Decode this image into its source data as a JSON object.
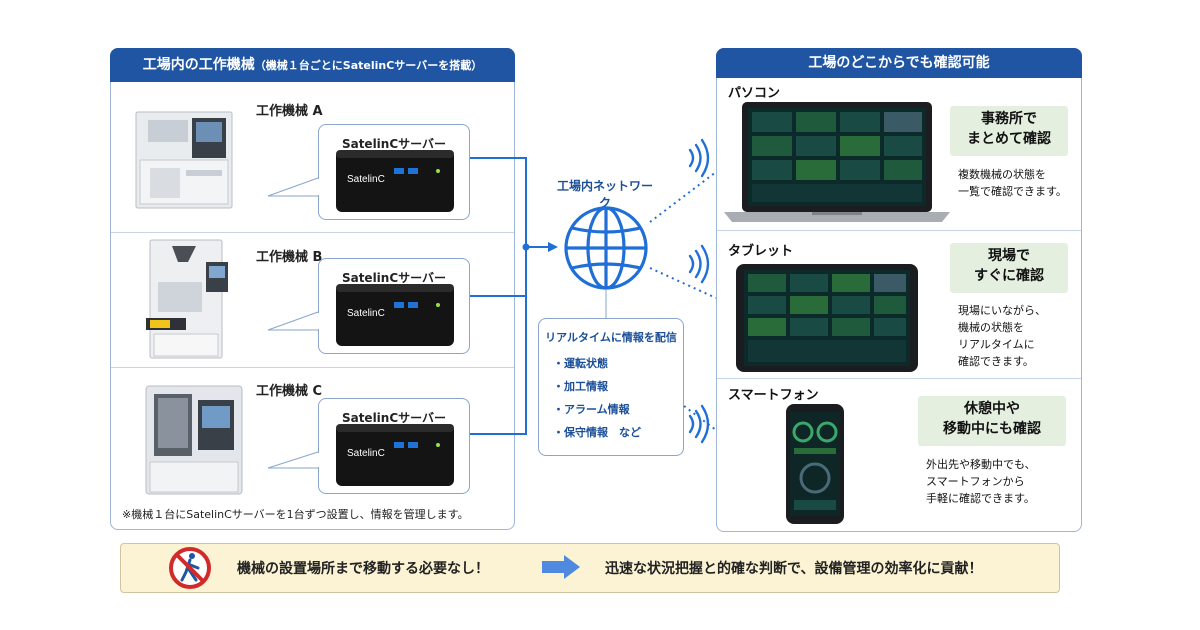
{
  "left_panel": {
    "title": "工場内の工作機械",
    "title_sub": "（機械１台ごとにSatelinCサーバーを搭載）",
    "machines": [
      {
        "name": "工作機械 A",
        "server_label": "SatelinCサーバー",
        "brand": "SatelinC"
      },
      {
        "name": "工作機械 B",
        "server_label": "SatelinCサーバー",
        "brand": "SatelinC"
      },
      {
        "name": "工作機械 C",
        "server_label": "SatelinCサーバー",
        "brand": "SatelinC"
      }
    ],
    "footnote": "※機械１台にSatelinCサーバーを1台ずつ設置し、情報を管理します。"
  },
  "network": {
    "label": "工場内ネットワーク",
    "info_title": "リアルタイムに情報を配信",
    "info_items": [
      "・運転状態",
      "・加工情報",
      "・アラーム情報",
      "・保守情報　など"
    ]
  },
  "right_panel": {
    "title": "工場のどこからでも確認可能",
    "devices": [
      {
        "name": "パソコン",
        "badge_line1": "事務所で",
        "badge_line2": "まとめて確認",
        "desc_lines": [
          "複数機械の状態を",
          "一覧で確認できます。"
        ]
      },
      {
        "name": "タブレット",
        "badge_line1": "現場で",
        "badge_line2": "すぐに確認",
        "desc_lines": [
          "現場にいながら、",
          "機械の状態を",
          "リアルタイムに",
          "確認できます。"
        ]
      },
      {
        "name": "スマートフォン",
        "badge_line1": "休憩中や",
        "badge_line2": "移動中にも確認",
        "desc_lines": [
          "外出先や移動中でも、",
          "スマートフォンから",
          "手軽に確認できます。"
        ]
      }
    ]
  },
  "banner": {
    "left_text": "機械の設置場所まで移動する必要なし！",
    "right_text": "迅速な状況把握と的確な判断で、設備管理の効率化に貢献！"
  },
  "colors": {
    "title_blue": "#1f55a2",
    "line_blue": "#1f6fd6",
    "badge_green": "#e4efdf",
    "banner_yellow": "#fbf3d4"
  }
}
